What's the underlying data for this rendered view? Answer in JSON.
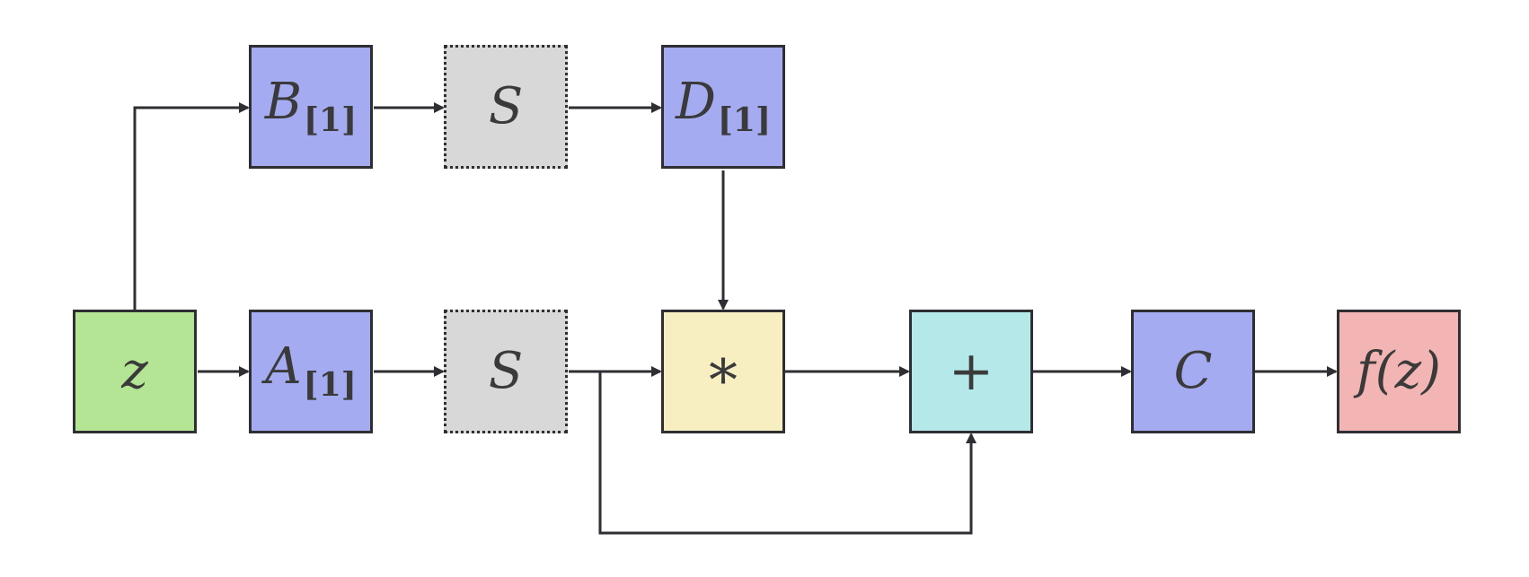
{
  "colors": {
    "green": "#b3e594",
    "blue": "#a4abf1",
    "gray": "#d8d8d8",
    "yellow": "#f7efc2",
    "cyan": "#b5e9e9",
    "pink": "#f3b5b3",
    "line": "#2f2f33"
  },
  "nodes": {
    "z": {
      "label": "z"
    },
    "b1": {
      "letter": "B",
      "sub": "[1]"
    },
    "s_top": {
      "label": "S"
    },
    "d1": {
      "letter": "D",
      "sub": "[1]"
    },
    "a1": {
      "letter": "A",
      "sub": "[1]"
    },
    "s_bottom": {
      "label": "S"
    },
    "mult": {
      "label": "*"
    },
    "plus": {
      "label": "+"
    },
    "c": {
      "label": "C"
    },
    "fz": {
      "label": "f(z)"
    }
  }
}
